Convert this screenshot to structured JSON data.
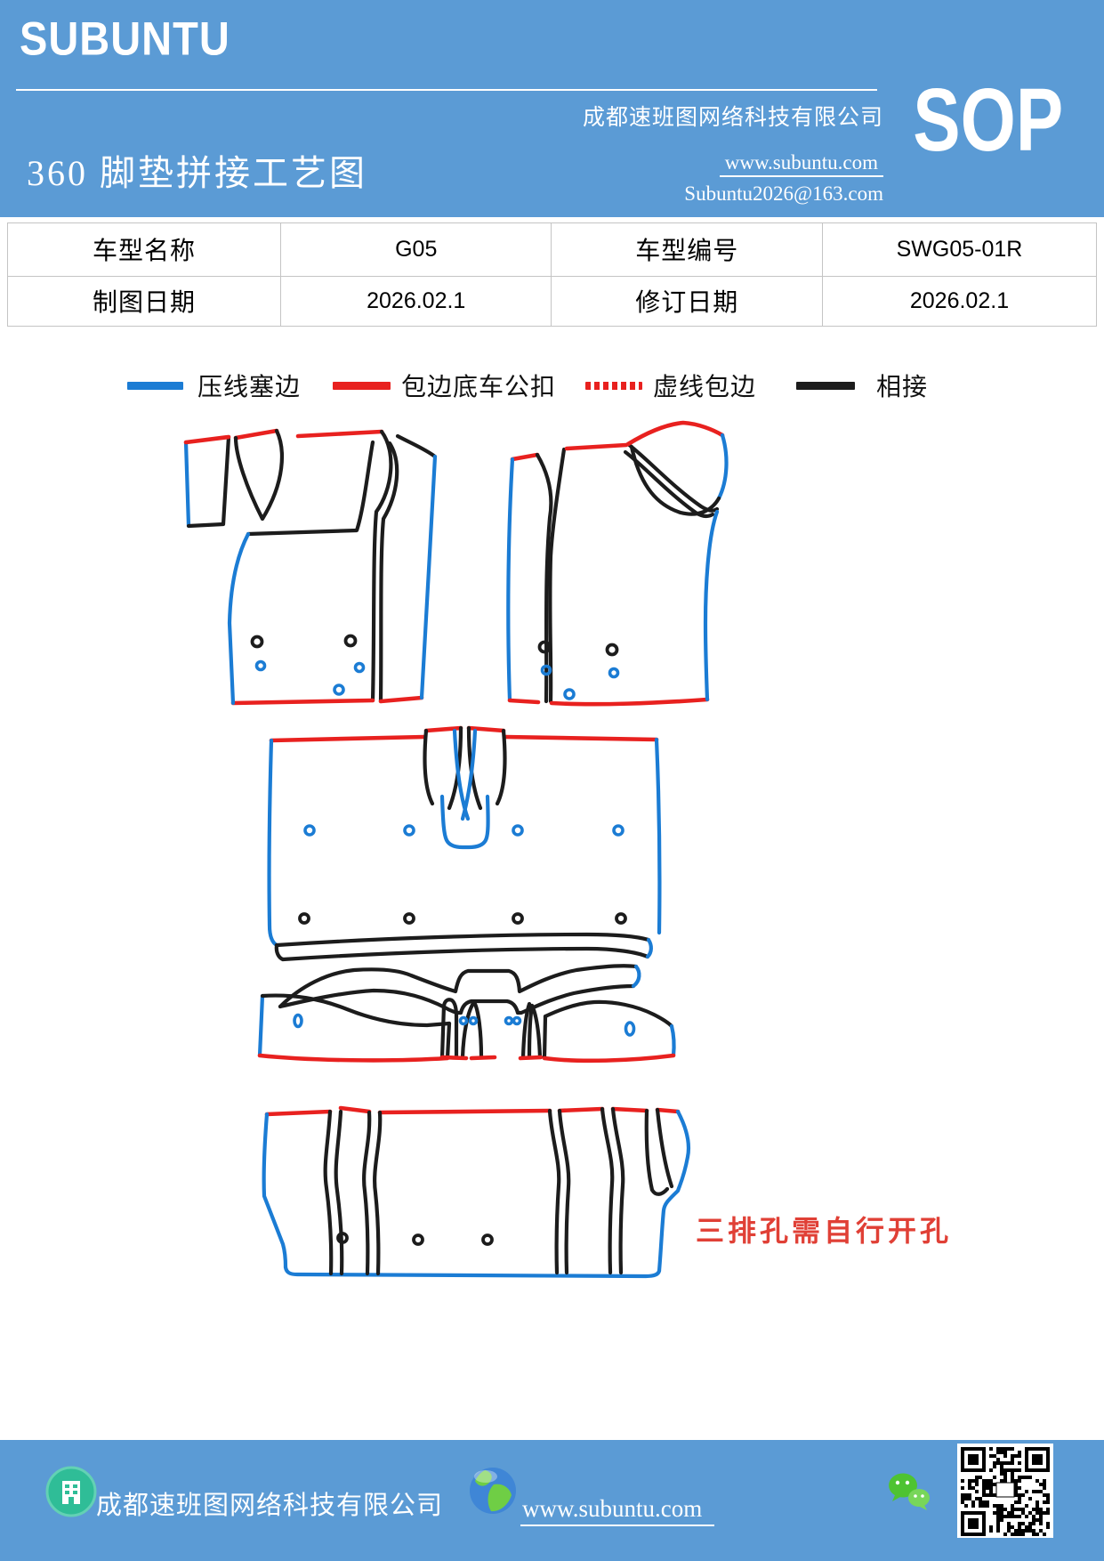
{
  "header": {
    "logo": "SUBUNTU",
    "title": "360 脚垫拼接工艺图",
    "company": "成都速班图网络科技有限公司",
    "website": "www.subuntu.com",
    "email": "Subuntu2026@163.com",
    "sop_label": "SOP"
  },
  "info_table": {
    "rows": [
      [
        "车型名称",
        "G05",
        "车型编号",
        "SWG05-01R"
      ],
      [
        "制图日期",
        "2026.02.1",
        "修订日期",
        "2026.02.1"
      ]
    ]
  },
  "legend": {
    "items": [
      {
        "label": "压线塞边",
        "color": "#1b7cd4",
        "style": "solid"
      },
      {
        "label": "包边底车公扣",
        "color": "#e8211f",
        "style": "solid"
      },
      {
        "label": "虚线包边",
        "color": "#e8211f",
        "style": "dotted"
      },
      {
        "label": "相接",
        "color": "#1c1c1c",
        "style": "solid"
      }
    ]
  },
  "diagram": {
    "description": "360 car floor mat splicing outlines",
    "annotation": "三排孔需自行开孔"
  },
  "footer": {
    "company": "成都速班图网络科技有限公司",
    "website": "www.subuntu.com",
    "icons": [
      "building-icon",
      "globe-icon",
      "wechat-icon",
      "qr-code"
    ]
  },
  "colors": {
    "header_blue": "#5b9bd5",
    "line_blue": "#1b7cd4",
    "line_red": "#e8211f",
    "line_black": "#1c1c1c",
    "annotation_red": "#e04036"
  }
}
